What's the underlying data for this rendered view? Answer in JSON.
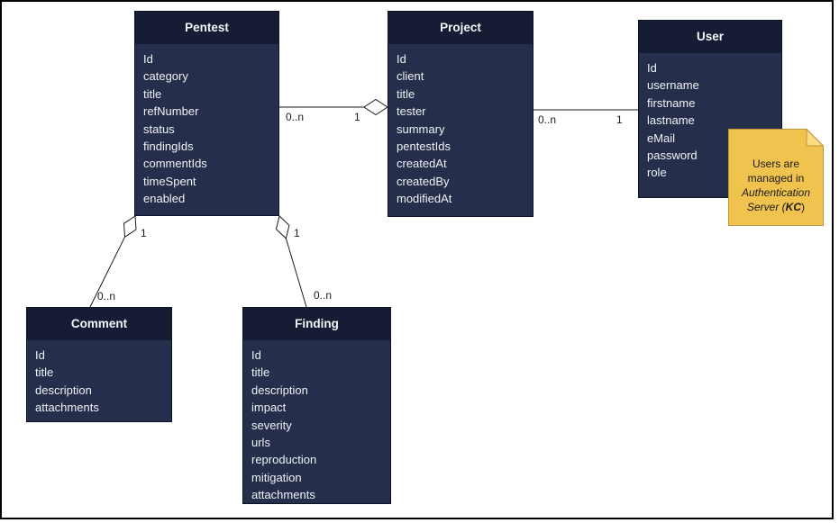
{
  "diagram_type": "uml-class-diagram",
  "entities": [
    {
      "title": "Pentest",
      "fields": [
        "Id",
        "category",
        "title",
        "refNumber",
        "status",
        "findingIds",
        "commentIds",
        "timeSpent",
        "enabled"
      ]
    },
    {
      "title": "Project",
      "fields": [
        "Id",
        "client",
        "title",
        "tester",
        "summary",
        "pentestIds",
        "createdAt",
        "createdBy",
        "modifiedAt"
      ]
    },
    {
      "title": "User",
      "fields": [
        "Id",
        "username",
        "firstname",
        "lastname",
        "eMail",
        "password",
        "role"
      ]
    },
    {
      "title": "Comment",
      "fields": [
        "Id",
        "title",
        "description",
        "attachments"
      ]
    },
    {
      "title": "Finding",
      "fields": [
        "Id",
        "title",
        "description",
        "impact",
        "severity",
        "urls",
        "reproduction",
        "mitigation",
        "attachments"
      ]
    }
  ],
  "relationships": [
    {
      "from": "Pentest",
      "to": "Project",
      "type": "aggregation-diamond-at-project",
      "source_multiplicity": "0..n",
      "target_multiplicity": "1"
    },
    {
      "from": "Project",
      "to": "User",
      "type": "association",
      "source_multiplicity": "0..n",
      "target_multiplicity": "1"
    },
    {
      "from": "Pentest",
      "to": "Comment",
      "type": "aggregation-diamond-at-pentest",
      "source_multiplicity": "1",
      "target_multiplicity": "0..n"
    },
    {
      "from": "Pentest",
      "to": "Finding",
      "type": "aggregation-diamond-at-pentest",
      "source_multiplicity": "1",
      "target_multiplicity": "0..n"
    }
  ],
  "note": {
    "line1": "Users are",
    "line2": "managed in",
    "line3": "Authentication",
    "line4_pre": "Server (",
    "line4_bold": "KC",
    "line4_post": ")"
  },
  "colors": {
    "entity_header_bg": "#161C33",
    "entity_body_bg": "#252E4B",
    "entity_text": "#FFFFFF",
    "note_bg": "#F0C24E",
    "note_fold": "#F8DC82",
    "note_border": "#BE9539",
    "line_color": "#1A1A1A",
    "background": "#FFFFFF",
    "frame_border": "#000000"
  }
}
